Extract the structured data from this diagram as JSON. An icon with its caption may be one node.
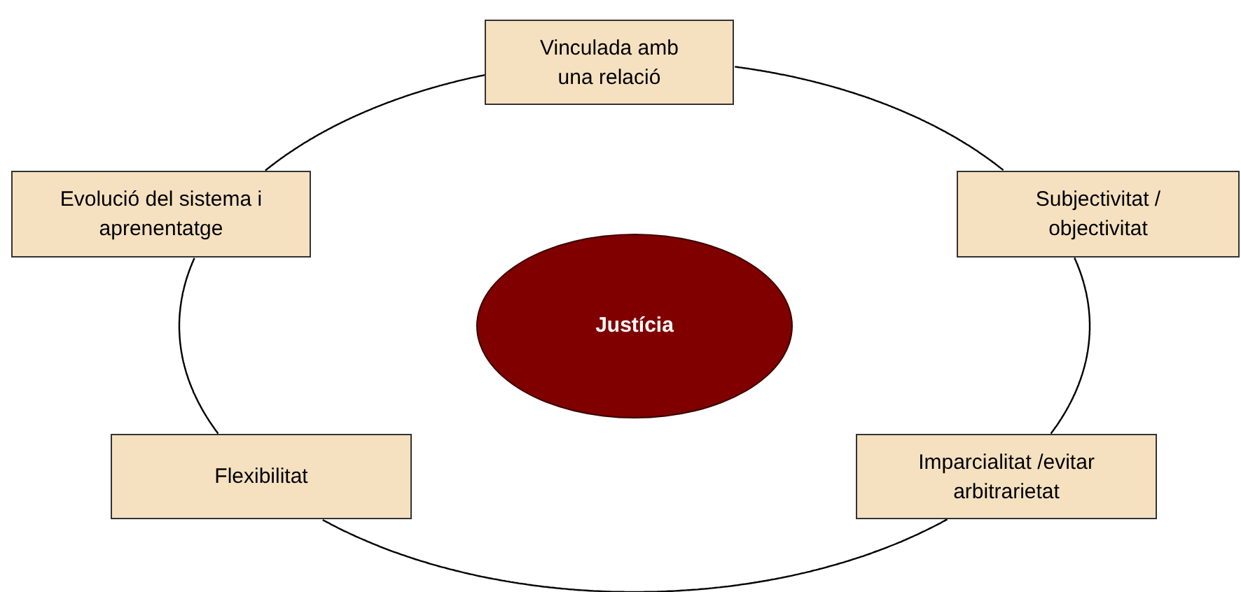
{
  "diagram": {
    "nodes": [
      {
        "text": [
          "Vinculada amb una relació"
        ]
      },
      {
        "text": [
          "Evolució del sistema i aprenentatge"
        ]
      },
      {
        "text": [
          "Subjectivitat / objectivitat"
        ]
      },
      {
        "text": [
          "Justícia"
        ]
      },
      {
        "text": [
          "Flexibilitat"
        ]
      },
      {
        "text": [
          "Imparcialitat /evitar arbitrarietat"
        ]
      }
    ],
    "edges": [
      {
        "from": 0,
        "to": 2,
        "arrow": "none"
      },
      {
        "from": 2,
        "to": 5,
        "arrow": "none"
      },
      {
        "from": 5,
        "to": 4,
        "arrow": "none"
      },
      {
        "from": 4,
        "to": 1,
        "arrow": "none"
      },
      {
        "from": 1,
        "to": 0,
        "arrow": "none"
      }
    ]
  }
}
